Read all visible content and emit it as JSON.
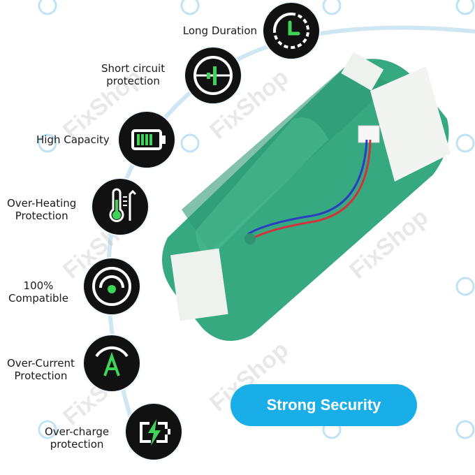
{
  "watermark": "FixShop",
  "features": [
    {
      "label_lines": [
        "Long Duration"
      ],
      "icon": "clock-icon"
    },
    {
      "label_lines": [
        "Short circuit",
        "protection"
      ],
      "icon": "short-circuit-icon"
    },
    {
      "label_lines": [
        "High Capacity"
      ],
      "icon": "battery-full-icon"
    },
    {
      "label_lines": [
        "Over-Heating",
        "Protection"
      ],
      "icon": "thermometer-icon"
    },
    {
      "label_lines": [
        "100%",
        "Compatible"
      ],
      "icon": "compatible-icon"
    },
    {
      "label_lines": [
        "Over-Current",
        "Protection"
      ],
      "icon": "ampere-icon"
    },
    {
      "label_lines": [
        "Over-charge",
        "protection"
      ],
      "icon": "charging-bolt-icon"
    }
  ],
  "button": {
    "label": "Strong Security"
  },
  "colors": {
    "accent_blue": "#1aaee8",
    "icon_green": "#3fd35a",
    "battery_green": "#35a77f",
    "icon_bg": "#111111"
  }
}
